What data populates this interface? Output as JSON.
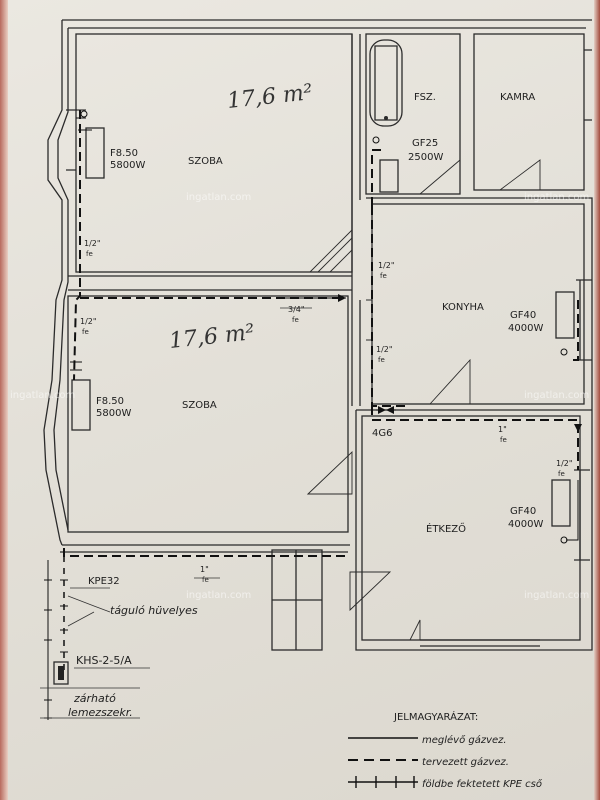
{
  "rooms": {
    "szoba1": {
      "name": "SZOBA",
      "area_handwritten": "17,6 m²"
    },
    "szoba2": {
      "name": "SZOBA",
      "area_handwritten": "17,6 m²"
    },
    "fsz": {
      "name": "FSZ."
    },
    "kamra": {
      "name": "KAMRA"
    },
    "konyha": {
      "name": "KONYHA"
    },
    "etkezo": {
      "name": "ÉTKEZŐ"
    }
  },
  "appliances": {
    "heater1": {
      "model": "F8.50",
      "power": "5800W"
    },
    "heater2": {
      "model": "F8.50",
      "power": "5800W"
    },
    "boiler": {
      "model": "GF25",
      "power": "2500W"
    },
    "konyha_heater": {
      "model": "GF40",
      "power": "4000W"
    },
    "etkezo_heater": {
      "model": "GF40",
      "power": "4000W"
    }
  },
  "pipes": {
    "p1": {
      "size": "1/2\"",
      "material": "fe"
    },
    "p2": {
      "size": "1/2\"",
      "material": "fe"
    },
    "p3": {
      "size": "3/4\"",
      "material": "fe"
    },
    "p4": {
      "size": "1/2\"",
      "material": "fe"
    },
    "p5": {
      "size": "1/2\"",
      "material": "fe"
    },
    "p6": {
      "size": "1\"",
      "material": "fe"
    },
    "p7": {
      "size": "1/2\"",
      "material": "fe"
    },
    "p8": {
      "size": "1\"",
      "material": "fe"
    }
  },
  "meter": {
    "label": "4G6"
  },
  "annotations": {
    "kpe": "KPE32",
    "sleeves": "táguló hüvelyes",
    "khs": "KHS-2-5/A",
    "cabinet_line1": "zárható",
    "cabinet_line2": "lemezszekr."
  },
  "legend": {
    "title": "JELMAGYARÁZAT:",
    "existing": "meglévő gázvez.",
    "planned": "tervezett gázvez.",
    "buried": "földbe fektetett KPE cső"
  },
  "watermark": {
    "text": "ingatlan.com"
  }
}
